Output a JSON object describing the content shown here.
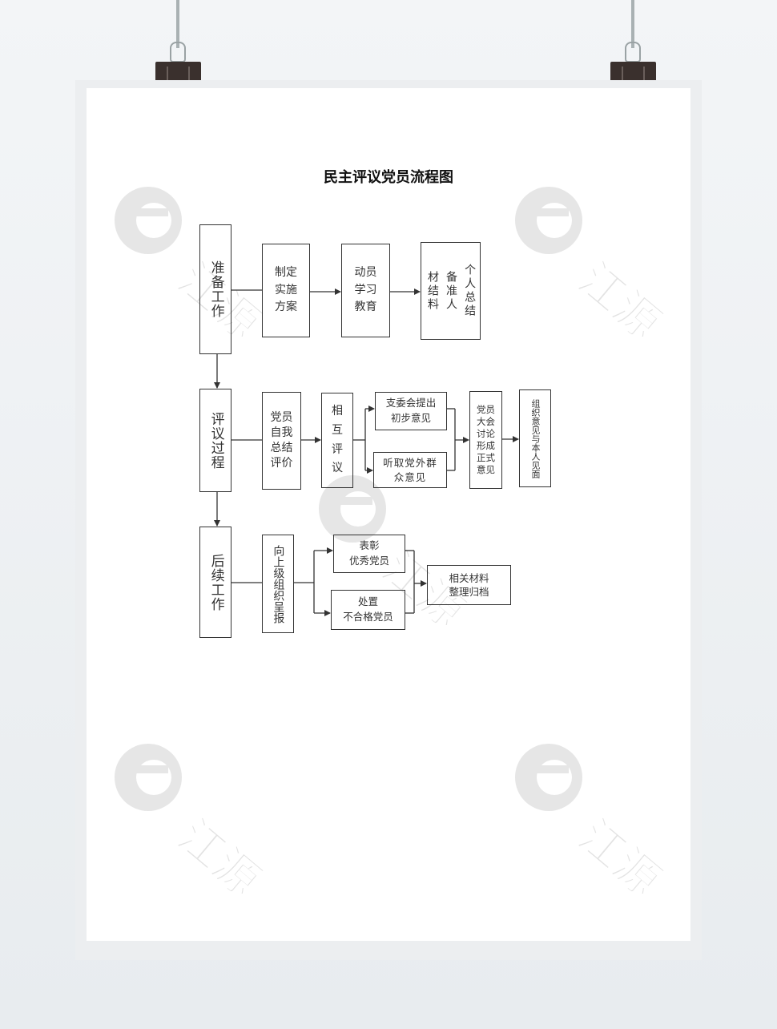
{
  "title": "民主评议党员流程图",
  "watermark": {
    "text": "江源",
    "color": "#d0d0d0"
  },
  "colors": {
    "line": "#333333",
    "clip": "#3a302d",
    "wire": "#a9b1b3"
  },
  "stages": [
    {
      "id": "prep",
      "label": "准备工作"
    },
    {
      "id": "review",
      "label": "评议过程"
    },
    {
      "id": "follow",
      "label": "后续工作"
    }
  ],
  "prep_steps": [
    "制定\n实施\n方案",
    "动员\n学习\n教育",
    "个人总结\n备准人\n材结料"
  ],
  "review_steps": {
    "self_eval": "党员\n自我\n总结\n评价",
    "mutual": "相\n互\n评\n议",
    "branch_opinion": "支委会提出\n初步意见",
    "mass_opinion": "听取党外群\n众意见",
    "meeting": "党员\n大会\n讨论\n形成\n正式\n意见",
    "feedback": "组织意见与本人见面"
  },
  "follow_steps": {
    "report": "向上级组织呈报",
    "commend": "表彰\n优秀党员",
    "dispose": "处置\n不合格党员",
    "archive": "相关材料\n整理归档"
  }
}
